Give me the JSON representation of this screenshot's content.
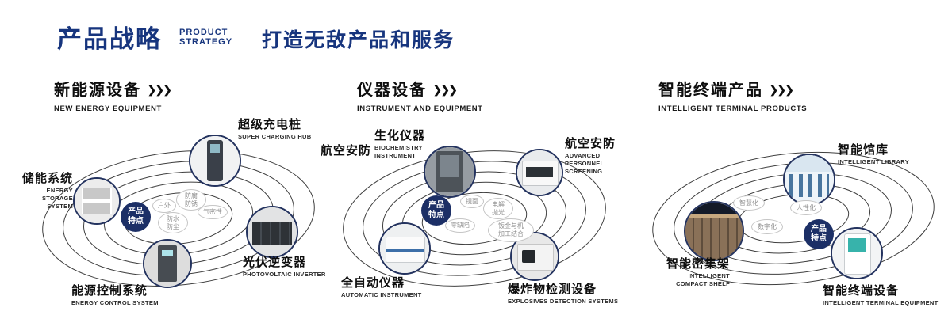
{
  "colors": {
    "primary_blue": "#17357e",
    "navy_badge": "#1c2f66",
    "text_dark": "#0e0e0e",
    "bubble_gray": "#8f8f8f"
  },
  "icons": {
    "chevrons": "❯❯❯"
  },
  "header": {
    "title": "产品战略",
    "subtitle_lines": [
      "PRODUCT",
      "STRATEGY"
    ],
    "tagline": "打造无敌产品和服务"
  },
  "sections": [
    {
      "title": "新能源设备",
      "subtitle": "NEW ENERGY EQUIPMENT",
      "badge": "产品特点",
      "features": [
        "户外",
        "防腐防锈",
        "气密性",
        "防水防尘"
      ],
      "products": [
        {
          "name": "储能系统",
          "en": "ENERGY STORAGE SYSTEM"
        },
        {
          "name": "超级充电桩",
          "en": "SUPER CHARGING HUB"
        },
        {
          "name": "光伏逆变器",
          "en": "PHOTOVOLTAIC INVERTER"
        },
        {
          "name": "能源控制系统",
          "en": "ENERGY CONTROL SYSTEM"
        }
      ]
    },
    {
      "title": "仪器设备",
      "subtitle": "INSTRUMENT AND EQUIPMENT",
      "badge": "产品特点",
      "side_label": "航空安防",
      "features": [
        "镜面",
        "电解抛光",
        "零缺陷",
        "钣金与机加工结合"
      ],
      "products": [
        {
          "name": "生化仪器",
          "en": "BIOCHEMISTRY INSTRUMENT"
        },
        {
          "name": "航空安防",
          "en": "ADVANCED PERSONNEL SCREENING"
        },
        {
          "name": "全自动仪器",
          "en": "AUTOMATIC INSTRUMENT"
        },
        {
          "name": "爆炸物检测设备",
          "en": "EXPLOSIVES DETECTION SYSTEMS"
        }
      ]
    },
    {
      "title": "智能终端产品",
      "subtitle": "INTELLIGENT TERMINAL PRODUCTS",
      "badge": "产品特点",
      "features": [
        "智慧化",
        "人性化",
        "数字化"
      ],
      "products": [
        {
          "name": "智能馆库",
          "en": "INTELLIGENT LIBRARY"
        },
        {
          "name": "智能密集架",
          "en": "INTELLIGENT COMPACT SHELF"
        },
        {
          "name": "智能终端设备",
          "en": "INTELLIGENT TERMINAL EQUIPMENT"
        }
      ]
    }
  ]
}
